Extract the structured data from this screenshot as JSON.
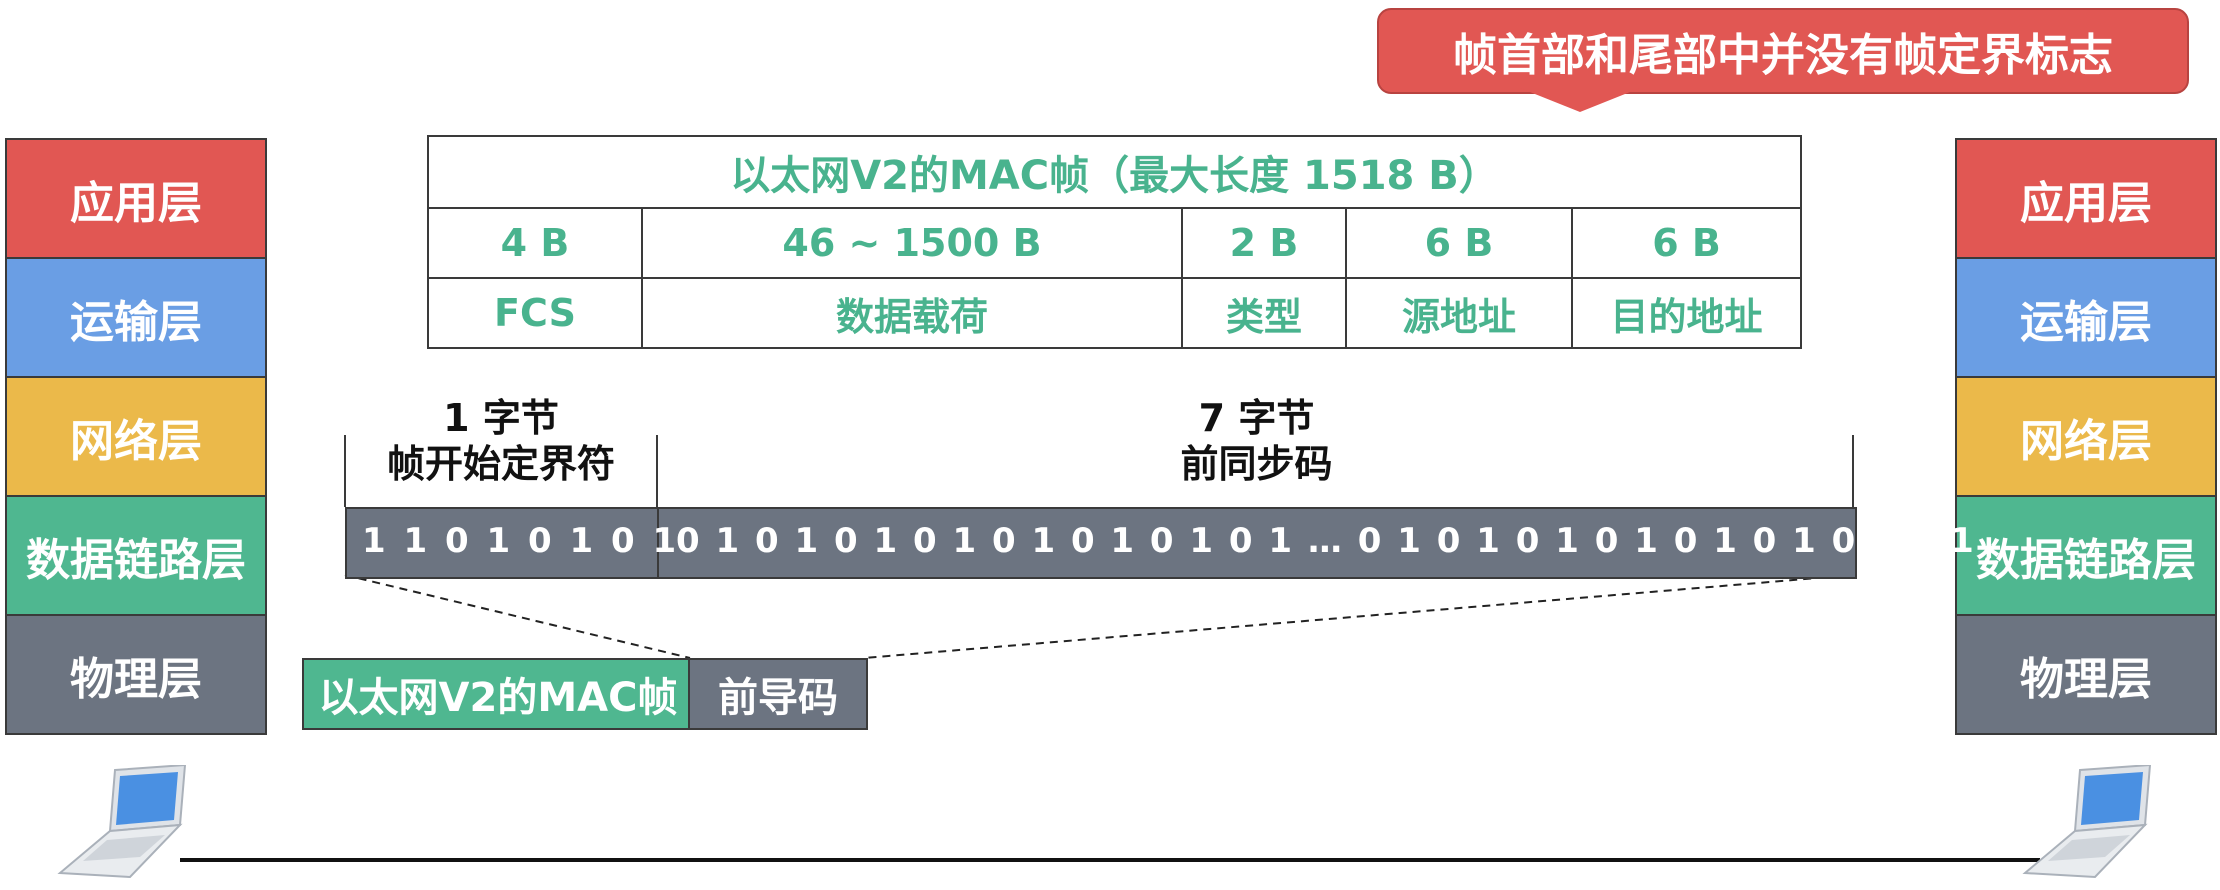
{
  "callout": "帧首部和尾部中并没有帧定界标志",
  "layers": [
    {
      "label": "应用层",
      "color": "#e15753"
    },
    {
      "label": "运输层",
      "color": "#6a9ee4"
    },
    {
      "label": "网络层",
      "color": "#ebb94a"
    },
    {
      "label": "数据链路层",
      "color": "#4fb790"
    },
    {
      "label": "物理层",
      "color": "#6c7481"
    }
  ],
  "frame": {
    "title": "以太网V2的MAC帧（最大长度 1518 B）",
    "sizes": [
      "4 B",
      "46 ~ 1500 B",
      "2 B",
      "6 B",
      "6 B"
    ],
    "fields": [
      "FCS",
      "数据载荷",
      "类型",
      "源地址",
      "目的地址"
    ]
  },
  "preamble": {
    "sfd_bytes": "1 字节",
    "sfd_name": "帧开始定界符",
    "sfd_bits": "1 1 0 1 0 1 0 1",
    "pre_bytes": "7 字节",
    "pre_name": "前同步码",
    "pre_bits": "0 1 0 1 0 1 0 1 0 1 0 1 0 1 0 1 … 0 1 0 1 0 1 0 1 0 1 0 1 0 1 0 1"
  },
  "bottom": {
    "mac_frame": "以太网V2的MAC帧",
    "preamble": "前导码"
  },
  "colors": {
    "accent_green": "#49b38e",
    "gray": "#6c7481",
    "red": "#e15753"
  },
  "icons": [
    "laptop-icon",
    "laptop-icon"
  ]
}
